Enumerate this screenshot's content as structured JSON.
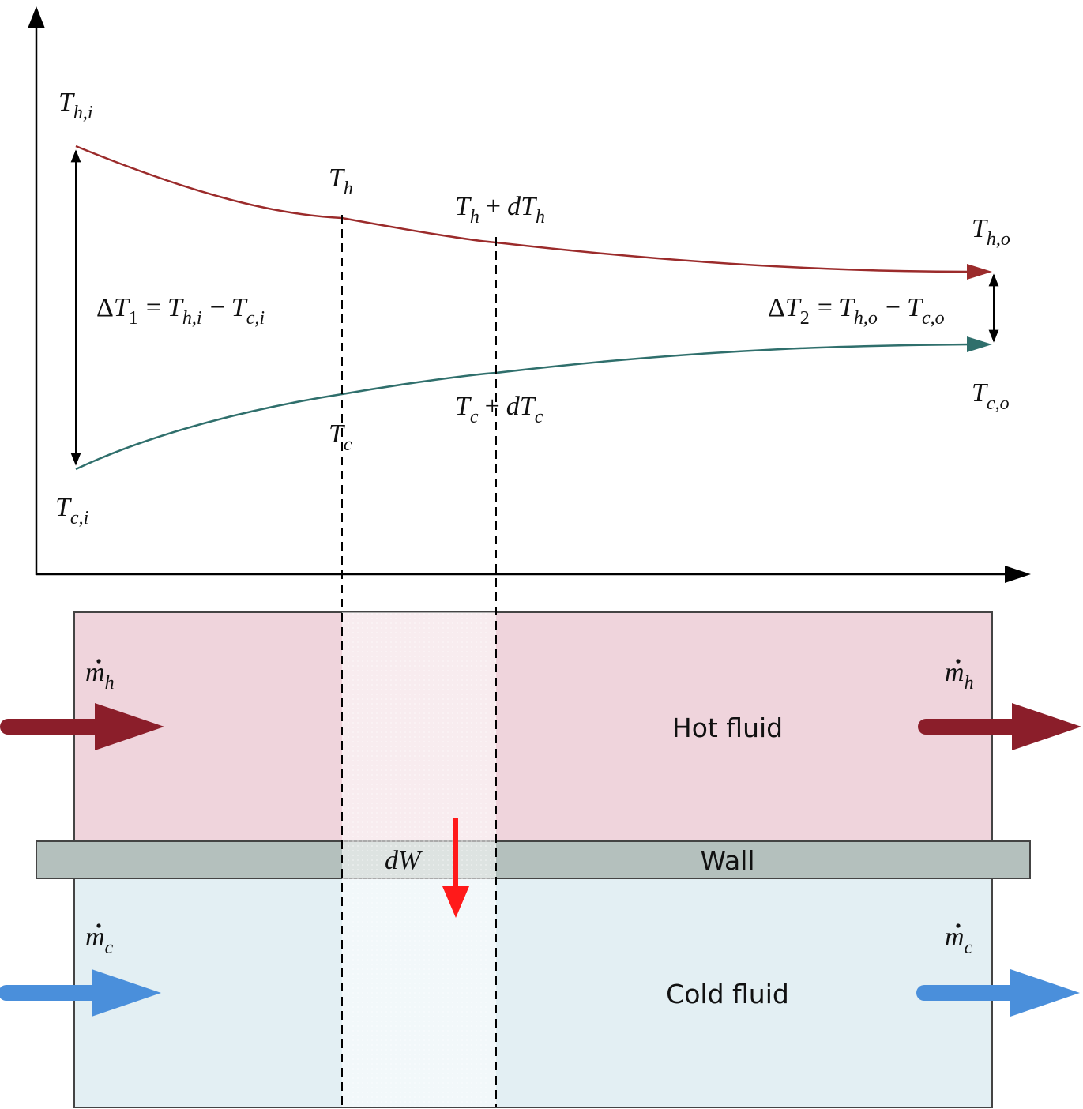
{
  "colors": {
    "hot_curve": "#9b2b2b",
    "cold_curve": "#2f6f6c",
    "hot_zone": "#efd4dc",
    "cold_zone": "#e3eff3",
    "wall": "#b4c0bd",
    "hot_arrow": "#8b1e2a",
    "cold_arrow": "#4a8fdb",
    "heat_arrow": "#ff1a1a"
  },
  "labels": {
    "T": "T",
    "h_i": "h,i",
    "c_i": "c,i",
    "h_o": "h,o",
    "c_o": "c,o",
    "h": "h",
    "c": "c",
    "delta": "Δ",
    "one": "1",
    "two": "2",
    "equals": "=",
    "minus": "−",
    "plus": "+",
    "d": "d",
    "m": "m",
    "dW": "dW"
  },
  "regions": {
    "hot_label": "Hot fluid",
    "cold_label": "Cold fluid",
    "wall_label": "Wall"
  }
}
